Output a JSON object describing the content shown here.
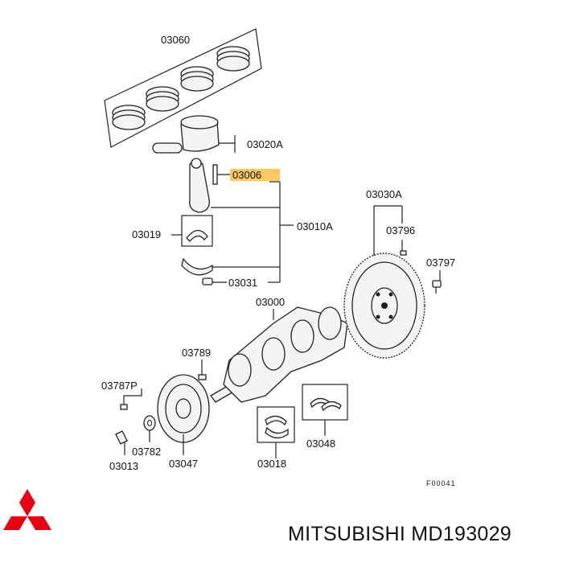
{
  "labels": {
    "p03060": "03060",
    "p03020A": "03020A",
    "p03006": "03006",
    "p03019": "03019",
    "p03010A": "03010A",
    "p03031": "03031",
    "p03000": "03000",
    "p03030A": "03030A",
    "p03796": "03796",
    "p03797": "03797",
    "p03789": "03789",
    "p03787P": "03787P",
    "p03782": "03782",
    "p03013": "03013",
    "p03047": "03047",
    "p03018": "03018",
    "p03048": "03048"
  },
  "figure_code": "F00041",
  "brand_text": "MITSUBISHI MD193029",
  "colors": {
    "highlight": "#ffc862",
    "logo": "#e60012",
    "line": "#222222"
  }
}
